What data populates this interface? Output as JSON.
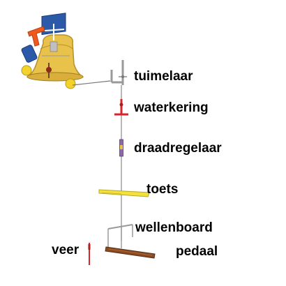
{
  "labels": {
    "tuimelaar": "tuimelaar",
    "waterkering": "waterkering",
    "draadregelaar": "draadregelaar",
    "toets": "toets",
    "wellenboard": "wellenboard",
    "veer": "veer",
    "pedaal": "pedaal"
  },
  "colors": {
    "bell": "#e8c24a",
    "bell_shadow": "#b8902a",
    "blue_part": "#2c5aa8",
    "orange_part": "#f05a1e",
    "toets": "#f3e23c",
    "pedaal": "#8a4a22",
    "waterkering": "#d7262b",
    "wire": "#888888"
  }
}
